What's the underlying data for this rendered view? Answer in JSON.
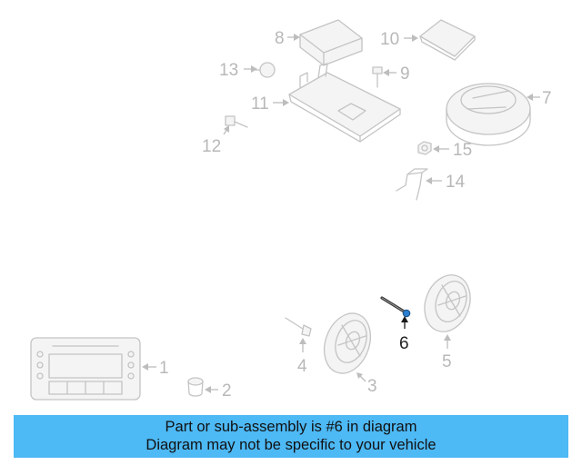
{
  "diagram": {
    "highlighted_part": "6",
    "callouts": {
      "c1": "1",
      "c2": "2",
      "c3": "3",
      "c4": "4",
      "c5": "5",
      "c6": "6",
      "c7": "7",
      "c8": "8",
      "c9": "9",
      "c10": "10",
      "c11": "11",
      "c12": "12",
      "c13": "13",
      "c14": "14",
      "c15": "15"
    },
    "colors": {
      "muted_part": "#c4c4c4",
      "highlight": "#1a1a1a",
      "bolt_tip": "#2b7fd0",
      "caption_background": "#4db9f5"
    }
  },
  "caption": {
    "line1": "Part or sub-assembly is #6 in diagram",
    "line2": "Diagram may not be specific to your vehicle"
  }
}
